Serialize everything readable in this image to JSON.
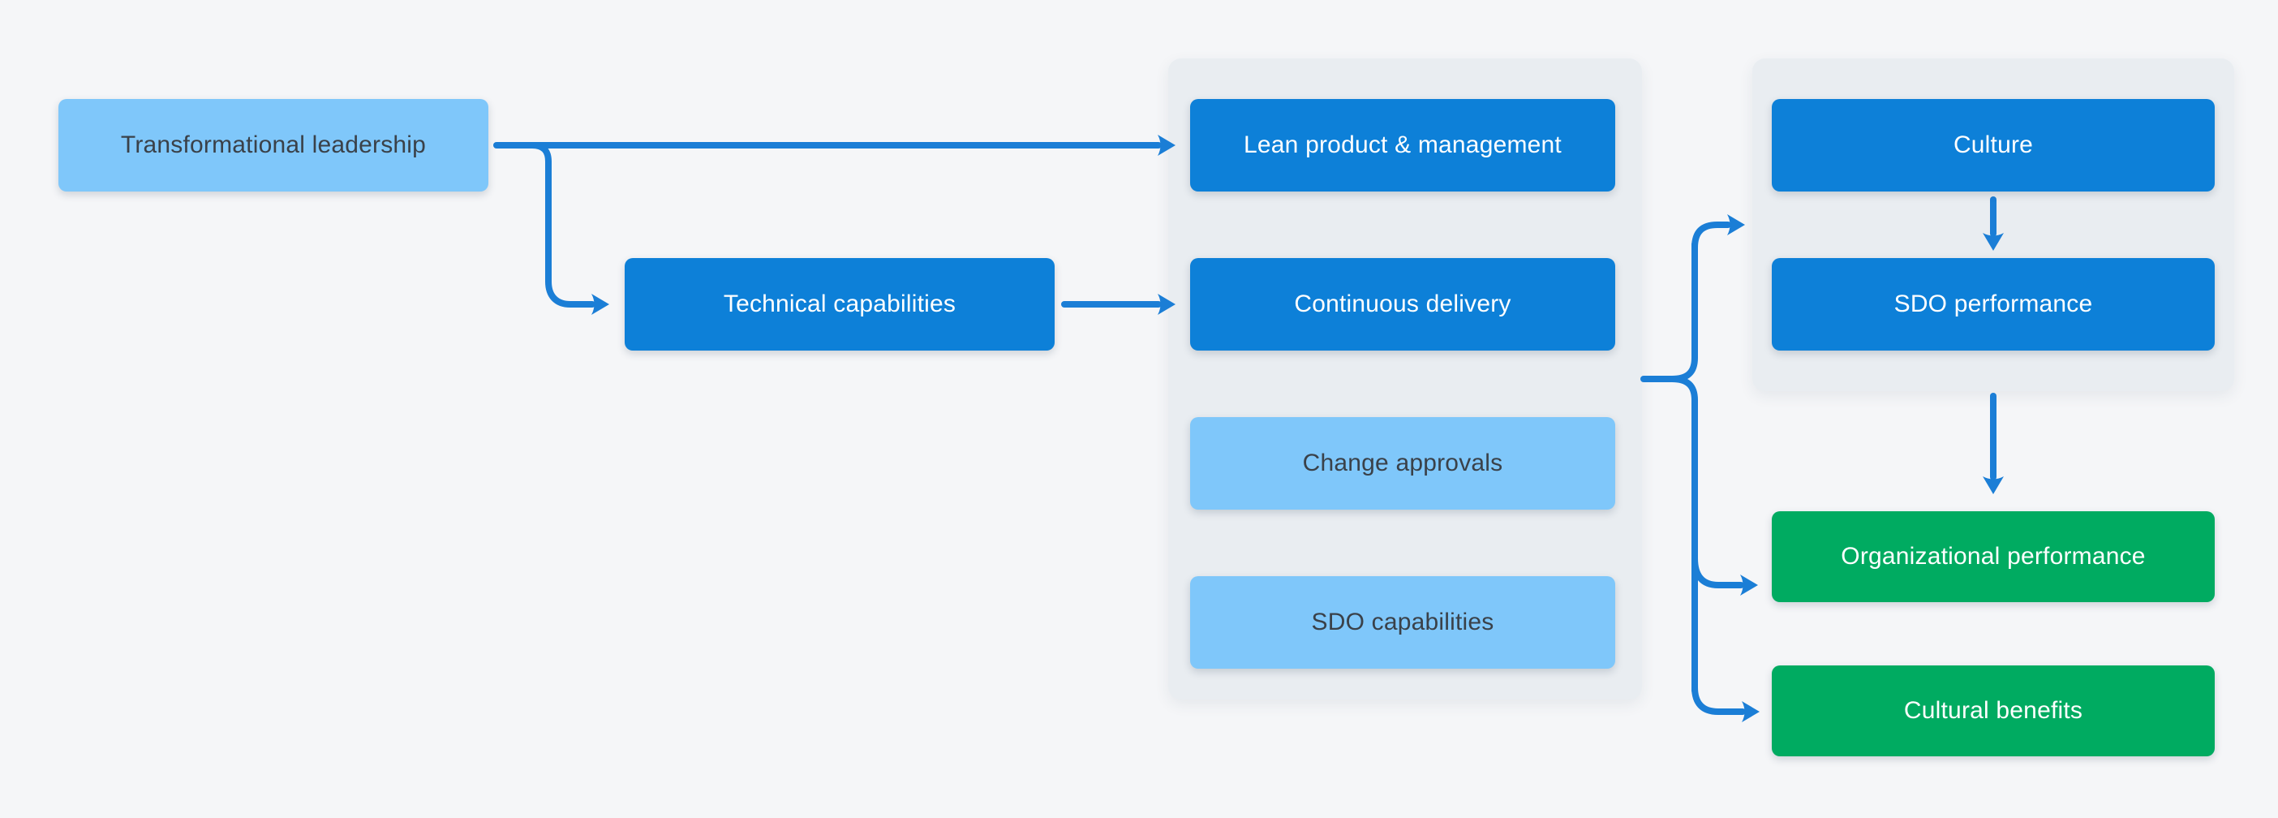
{
  "diagram": {
    "title": "DevOps capabilities and outcomes flow diagram",
    "colors": {
      "bg": "#f5f6f8",
      "panel": "#e9edf1",
      "blue": "#0d80d8",
      "lightblue": "#7fc7fa",
      "green": "#00ab61",
      "arrow": "#1b7ed6",
      "text_dark": "#3a4149",
      "text_light": "#ffffff"
    },
    "nodes": {
      "transformational_leadership": {
        "label": "Transformational leadership",
        "style": "lightblue"
      },
      "technical_capabilities": {
        "label": "Technical capabilities",
        "style": "blue"
      },
      "lean_product": {
        "label": "Lean product & management",
        "style": "blue"
      },
      "continuous_delivery": {
        "label": "Continuous delivery",
        "style": "blue"
      },
      "change_approvals": {
        "label": "Change approvals",
        "style": "lightblue"
      },
      "sdo_capabilities": {
        "label": "SDO capabilities",
        "style": "lightblue"
      },
      "culture": {
        "label": "Culture",
        "style": "blue"
      },
      "sdo_performance": {
        "label": "SDO performance",
        "style": "blue"
      },
      "organizational_performance": {
        "label": "Organizational performance",
        "style": "green"
      },
      "cultural_benefits": {
        "label": "Cultural benefits",
        "style": "green"
      }
    },
    "groups": {
      "capabilities_panel": [
        "lean_product",
        "continuous_delivery",
        "change_approvals",
        "sdo_capabilities"
      ],
      "culture_performance_panel": [
        "culture",
        "sdo_performance"
      ]
    },
    "edges": [
      {
        "from": "transformational_leadership",
        "to": "lean_product"
      },
      {
        "from": "transformational_leadership",
        "to": "technical_capabilities"
      },
      {
        "from": "technical_capabilities",
        "to": "continuous_delivery"
      },
      {
        "from": "capabilities_panel",
        "to": "outcomes_bracket"
      },
      {
        "from": "outcomes_bracket",
        "to": "culture_performance_panel"
      },
      {
        "from": "outcomes_bracket",
        "to": "organizational_performance"
      },
      {
        "from": "outcomes_bracket",
        "to": "cultural_benefits"
      },
      {
        "from": "culture",
        "to": "sdo_performance"
      },
      {
        "from": "sdo_performance",
        "to": "organizational_performance"
      }
    ]
  }
}
